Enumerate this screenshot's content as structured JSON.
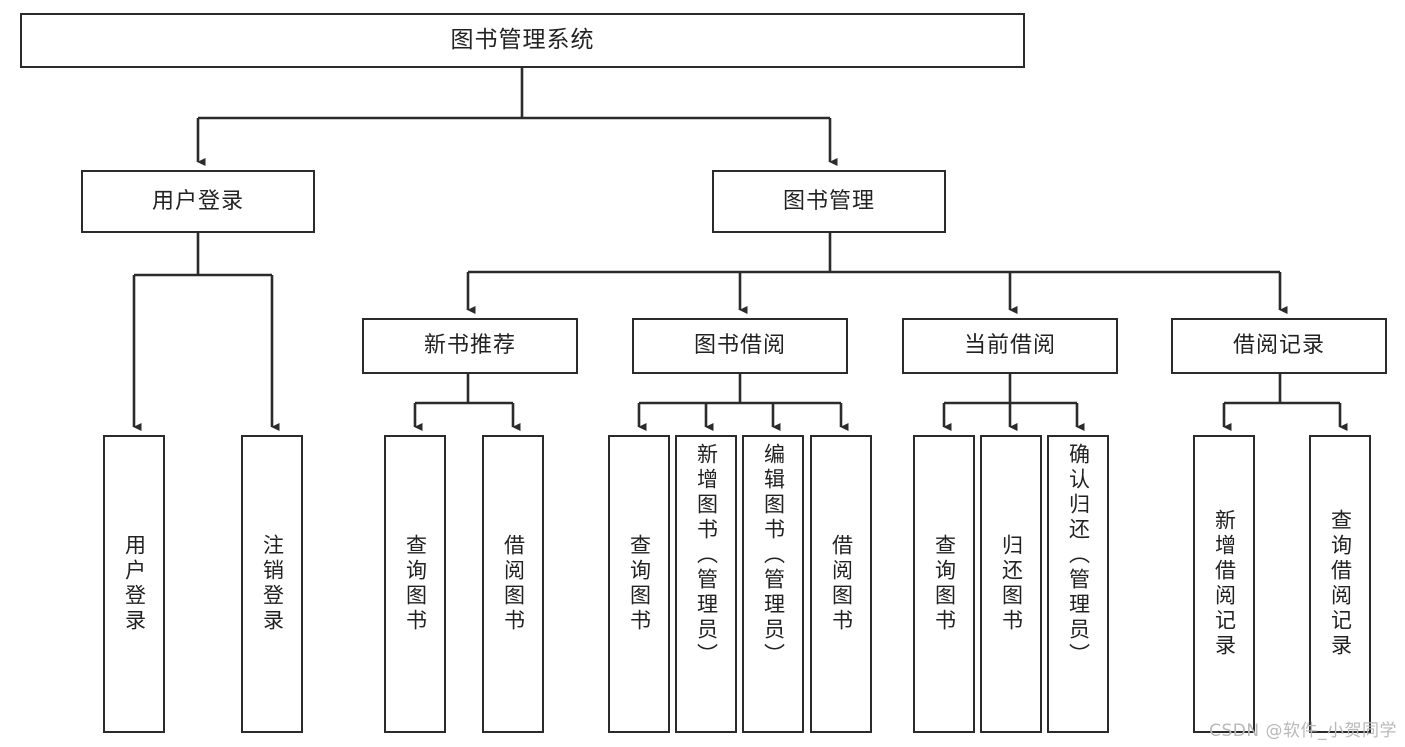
{
  "diagram": {
    "type": "tree-hierarchy-chart",
    "title": "图书管理系统",
    "stroke_color": "#2b2b2b",
    "fill_color": "#ffffff",
    "text_color": "#222222",
    "watermark": "CSDN @软件_小贺同学",
    "nodes": {
      "root": {
        "label": "图书管理系统"
      },
      "level2": [
        {
          "id": "user-login",
          "label": "用户登录"
        },
        {
          "id": "book-manage",
          "label": "图书管理"
        }
      ],
      "level3": [
        {
          "id": "new-book-recommend",
          "label": "新书推荐"
        },
        {
          "id": "book-borrow",
          "label": "图书借阅"
        },
        {
          "id": "current-borrow",
          "label": "当前借阅"
        },
        {
          "id": "borrow-record",
          "label": "借阅记录"
        }
      ],
      "leaves": {
        "user_login": [
          {
            "id": "leaf-user-login",
            "label": "用户登录"
          },
          {
            "id": "leaf-logout-login",
            "label": "注销登录"
          }
        ],
        "new_book_recommend": [
          {
            "id": "leaf-query-book-1",
            "label": "查询图书"
          },
          {
            "id": "leaf-borrow-book-1",
            "label": "借阅图书"
          }
        ],
        "book_borrow": [
          {
            "id": "leaf-query-book-2",
            "label": "查询图书"
          },
          {
            "id": "leaf-add-book",
            "label": "新增图书（管理员）"
          },
          {
            "id": "leaf-edit-book",
            "label": "编辑图书（管理员）"
          },
          {
            "id": "leaf-borrow-book-2",
            "label": "借阅图书"
          }
        ],
        "current_borrow": [
          {
            "id": "leaf-query-book-3",
            "label": "查询图书"
          },
          {
            "id": "leaf-return-book",
            "label": "归还图书"
          },
          {
            "id": "leaf-confirm-return",
            "label": "确认归还（管理员）"
          }
        ],
        "borrow_record": [
          {
            "id": "leaf-add-record",
            "label": "新增借阅记录"
          },
          {
            "id": "leaf-query-record",
            "label": "查询借阅记录"
          }
        ]
      }
    }
  }
}
